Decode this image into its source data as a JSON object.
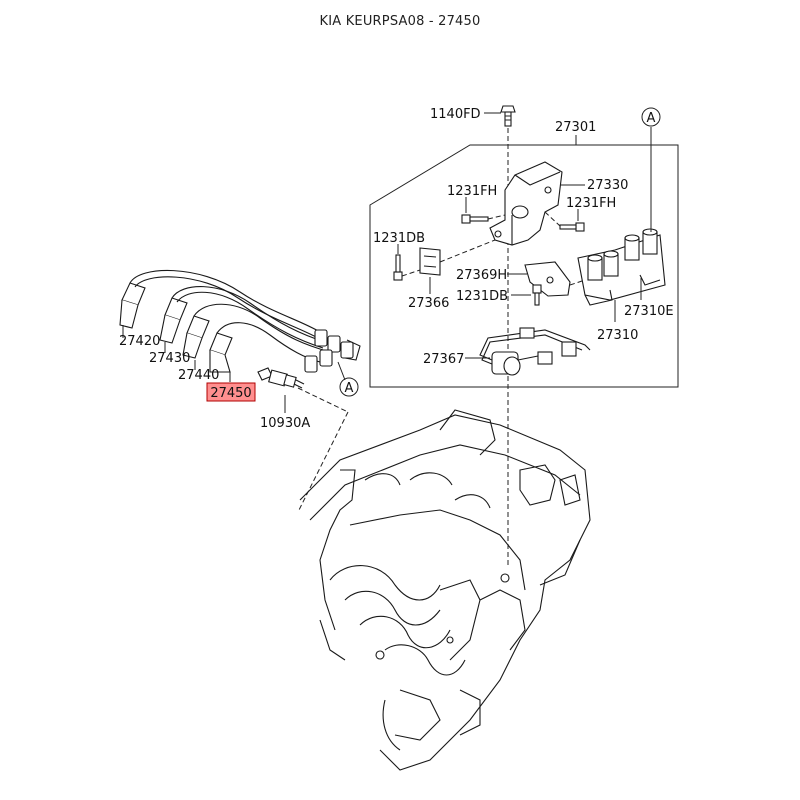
{
  "header": {
    "title": "KIA KEURPSA08 - 27450"
  },
  "callouts": {
    "p1140FD": "1140FD",
    "p27301": "27301",
    "pA_top": "A",
    "p1231FH_left": "1231FH",
    "p27330": "27330",
    "p1231FH_right": "1231FH",
    "p1231DB_top": "1231DB",
    "p27369H": "27369H",
    "p1231DB_bottom": "1231DB",
    "p27366": "27366",
    "p27310E": "27310E",
    "p27310": "27310",
    "p27367": "27367",
    "p27420": "27420",
    "p27430": "27430",
    "p27440": "27440",
    "p27450": "27450",
    "p10930A": "10930A",
    "pA_bottom": "A"
  },
  "highlight": {
    "part": "27450",
    "color": "#ff8f8f",
    "border": "#b00000"
  }
}
